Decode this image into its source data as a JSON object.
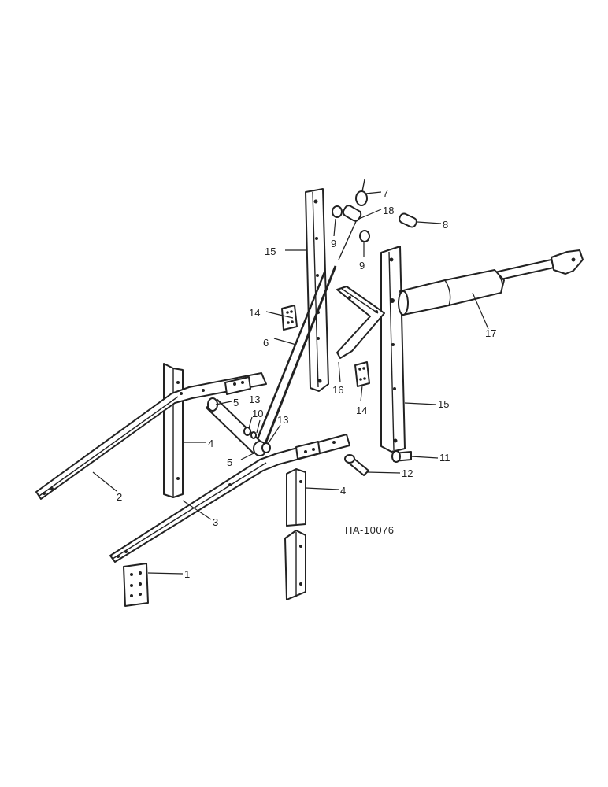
{
  "figure_id": "HA-10076",
  "callouts": {
    "c1": "1",
    "c2": "2",
    "c3": "3",
    "c4a": "4",
    "c4b": "4",
    "c5a": "5",
    "c5b": "5",
    "c6": "6",
    "c7": "7",
    "c8": "8",
    "c9a": "9",
    "c9b": "9",
    "c10": "10",
    "c11": "11",
    "c12": "12",
    "c13a": "13",
    "c13b": "13",
    "c14a": "14",
    "c14b": "14",
    "c15a": "15",
    "c15b": "15",
    "c16": "16",
    "c17": "17",
    "c18": "18"
  }
}
